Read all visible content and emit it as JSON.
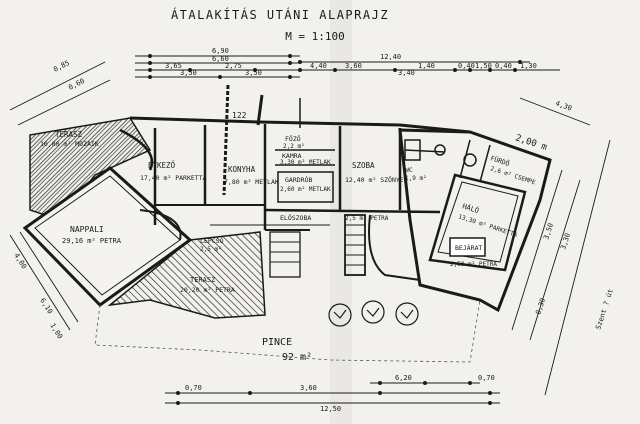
{
  "sheet": {
    "title": "ÁTALAKÍTÁS UTÁNI ALAPRAJZ",
    "scale": "M = 1:100"
  },
  "rooms": [
    {
      "id": "terasz",
      "name": "TERASZ",
      "area": "10,80 m² MOZAIK"
    },
    {
      "id": "etkezo",
      "name": "ÉTKEZŐ",
      "area": "17,40 m² PARKETTA"
    },
    {
      "id": "konyha",
      "name": "KONYHA",
      "area": "7,80 m² METLAK"
    },
    {
      "id": "fozo",
      "name": "FŐZŐ",
      "area": "2,2 m²"
    },
    {
      "id": "kamra",
      "name": "KAMRA",
      "area": "3,30 m² METLAK"
    },
    {
      "id": "gardrob",
      "name": "GARDRÓB",
      "area": "2,60 m² METLAK"
    },
    {
      "id": "szoba",
      "name": "SZOBA",
      "area": "12,40 m² SZŐNYEG"
    },
    {
      "id": "eloszoba",
      "name": "ELŐSZOBA",
      "area": "2,5 m² PETRA"
    },
    {
      "id": "nappali",
      "name": "NAPPALI",
      "area": "29,16 m² PETRA"
    },
    {
      "id": "halo",
      "name": "HÁLÓ",
      "area": "13,30 m² PARKETTA"
    },
    {
      "id": "bejarat",
      "name": "BEJÁRAT",
      "area": "2,50 m² PETRA"
    },
    {
      "id": "furdo",
      "name": "FÜRDŐ",
      "area": "2,6 m² CSEMPE"
    },
    {
      "id": "wc",
      "name": "WC",
      "area": "1,9 m²"
    },
    {
      "id": "lepcso",
      "name": "LÉPCSŐ",
      "area": "2,5 m²"
    },
    {
      "id": "terasz2",
      "name": "TERASZ",
      "area": "20,20 m² PETRA"
    },
    {
      "id": "pince",
      "name": "PINCE",
      "area": "92 m²"
    }
  ],
  "dimensions_top": [
    "6,90",
    "6,60",
    "3,65",
    "2,75",
    "3,50",
    "3,50",
    "12,40",
    "4,40",
    "3,60",
    "1,40",
    "0,40",
    "1,50",
    "0,40",
    "1,30",
    "3,40"
  ],
  "dimensions_left": [
    "0,85",
    "0,60",
    "6,10",
    "4,00",
    "1,00"
  ],
  "dimensions_bottom": [
    "0,70",
    "3,60",
    "6,20",
    "12,50",
    "0,70"
  ],
  "dimensions_right": [
    "4,30",
    "3,50",
    "3,30",
    "0,30"
  ],
  "annotations": {
    "top_label": "122",
    "right_label": "2,00 m",
    "right_edge_note": "Szent ? út"
  },
  "colors": {
    "paper": "#f2f1ee",
    "ink": "#1a1a1a",
    "hatch": "#3a3a3a"
  }
}
